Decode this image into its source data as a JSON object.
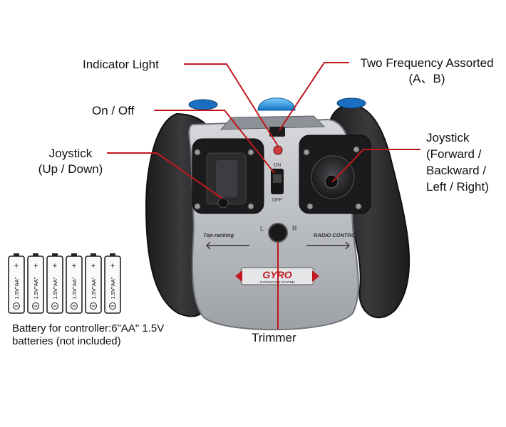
{
  "labels": {
    "indicator_light": "Indicator Light",
    "two_frequency": "Two Frequency Assorted",
    "two_frequency_sub": "(A、B)",
    "on_off": "On / Off",
    "joystick_left": "Joystick",
    "joystick_left_sub": "(Up / Down)",
    "joystick_right_1": "Joystick",
    "joystick_right_2": "(Forward /",
    "joystick_right_3": "Backward /",
    "joystick_right_4": "Left / Right)",
    "trimmer": "Trimmer"
  },
  "controller": {
    "top_text_left": "Top-ranking",
    "top_text_right": "RADIO CONTROL",
    "brand": "GYRO",
    "brand_sub": "GYROSCOPE SYSTEM",
    "switch_on": "ON",
    "switch_off": "OFF"
  },
  "battery": {
    "count": 6,
    "cell_label": "1.5V\"AA\"",
    "caption_line1": "Battery for controller:6\"AA\" 1.5V",
    "caption_line2": "batteries (not included)"
  },
  "colors": {
    "leader_line": "#c0181c",
    "grip": "#2a2a2c",
    "body": "#b9bcc0",
    "accent_blue": "#1a7fd0"
  }
}
